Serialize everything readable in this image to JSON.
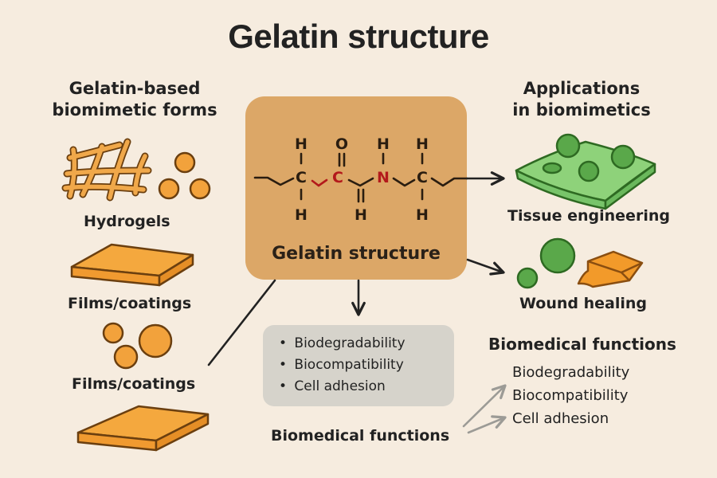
{
  "title": "Gelatin structure",
  "left_column": {
    "header_line1": "Gelatin-based",
    "header_line2": "biomimetic forms",
    "items": [
      {
        "label": "Hydrogels",
        "icon": "hydrogel-mesh-icon"
      },
      {
        "label": "Films/coatings",
        "icon": "film-slab-icon"
      },
      {
        "label": "Films/coatings",
        "icon": "microsphere-cluster-icon"
      }
    ]
  },
  "center": {
    "title": "Gelatin structure",
    "molecule": {
      "top_atoms": [
        "H",
        "O",
        "H",
        "H"
      ],
      "backbone_atoms": [
        "C",
        "C",
        "N",
        "C"
      ],
      "bottom_atoms": [
        "H",
        "H",
        "H"
      ],
      "highlight_color": "#b3191b"
    }
  },
  "properties_box": {
    "items": [
      "Biodegradability",
      "Biocompatibility",
      "Cell adhesion"
    ],
    "bullet": "•",
    "caption": "Biomedical functions"
  },
  "right_column": {
    "header_line1": "Applications",
    "header_line2": "in biomimetics",
    "items": [
      {
        "label": "Tissue engineering",
        "icon": "tissue-scaffold-icon"
      },
      {
        "label": "Wound healing",
        "icon": "wound-dressing-icon"
      }
    ],
    "functions_title": "Biomedical functions",
    "functions": [
      "Biodegradability",
      "Biocompatibility",
      "Cell adhesion"
    ]
  },
  "colors": {
    "background": "#f6ecdf",
    "center_box": "#dca767",
    "orange": "#f2a23c",
    "orange_outline": "#7a4a12",
    "green": "#78c46a",
    "green_dark": "#4f9d40",
    "green_outline": "#2e6a22",
    "grey_box": "#d6d3cb",
    "arrow_grey": "#9c9b96"
  }
}
